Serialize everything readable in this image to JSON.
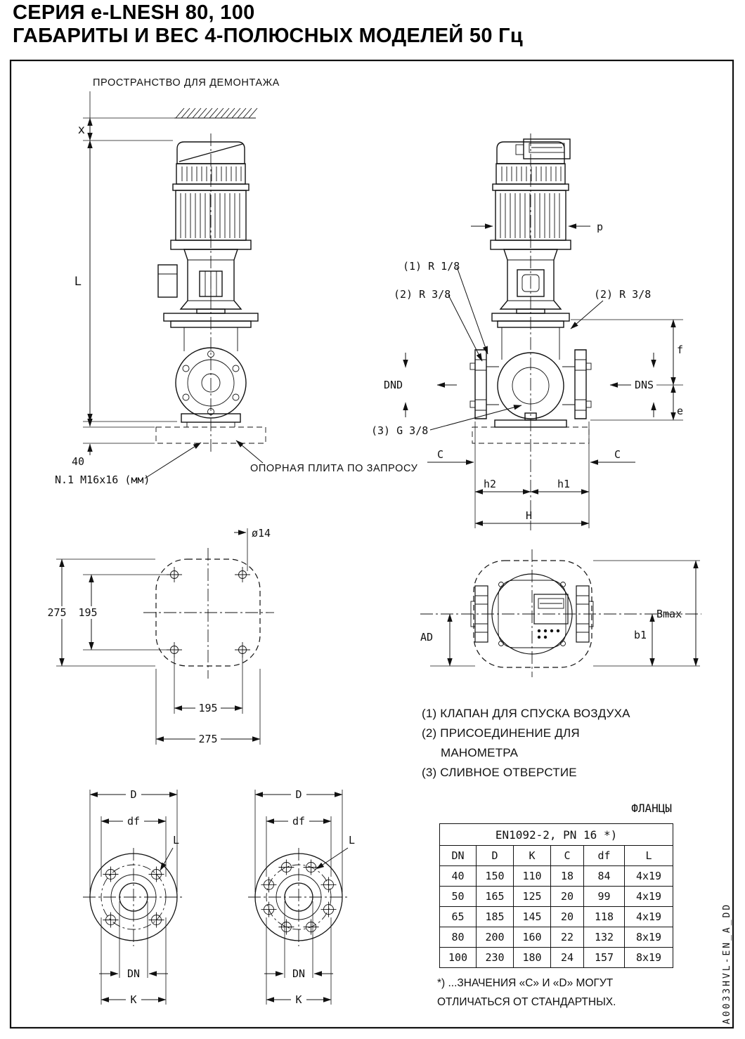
{
  "page": {
    "title_line1": "СЕРИЯ e-LNESH 80, 100",
    "title_line2": "ГАБАРИТЫ И ВЕС 4-ПОЛЮСНЫХ МОДЕЛЕЙ 50 Гц",
    "doc_code": "A0033HVL-EN_A_DD",
    "ink_color": "#111111",
    "paper_color": "#ffffff"
  },
  "front_view": {
    "dismantling_space_label": "ПРОСТРАНСТВО ДЛЯ ДЕМОНТАЖА",
    "dim_x": "x",
    "dim_L": "L",
    "dim_40": "40",
    "anchor_label": "N.1 M16x16 (мм)",
    "support_plate_label": "ОПОРНАЯ ПЛИТА ПО ЗАПРОСУ"
  },
  "side_view": {
    "dim_p": "p",
    "note1_ref": "(1) R 1/8",
    "note2_ref_left": "(2) R 3/8",
    "note2_ref_right": "(2) R 3/8",
    "dnd": "DND",
    "dns": "DNS",
    "dim_f": "f",
    "dim_e": "e",
    "note3_ref": "(3) G 3/8",
    "dim_c_left": "C",
    "dim_c_right": "C",
    "dim_h2": "h2",
    "dim_h1": "h1",
    "dim_H": "H"
  },
  "baseplate_view": {
    "dim_hole": "ø14",
    "dim_275_v": "275",
    "dim_195_v": "195",
    "dim_195_h": "195",
    "dim_275_h": "275"
  },
  "top_view": {
    "dim_ad": "AD",
    "dim_b1": "b1",
    "dim_bmax": "Bmax"
  },
  "notes": {
    "line1": "(1) КЛАПАН ДЛЯ СПУСКА ВОЗДУХА",
    "line2": "(2) ПРИСОЕДИНЕНИЕ ДЛЯ",
    "line3": "МАНОМЕТРА",
    "line4": "(3) СЛИВНОЕ ОТВЕРСТИЕ"
  },
  "flange_views": {
    "flange4": {
      "dim_D": "D",
      "dim_df": "df",
      "dim_L": "L",
      "dim_DN": "DN",
      "dim_K": "K"
    },
    "flange8": {
      "dim_D": "D",
      "dim_df": "df",
      "dim_L": "L",
      "dim_DN": "DN",
      "dim_K": "K"
    }
  },
  "flange_table": {
    "caption": "ФЛАНЦЫ",
    "standard": "EN1092-2, PN 16 *)",
    "columns": [
      "DN",
      "D",
      "K",
      "C",
      "df",
      "L"
    ],
    "rows": [
      [
        "40",
        "150",
        "110",
        "18",
        "84",
        "4x19"
      ],
      [
        "50",
        "165",
        "125",
        "20",
        "99",
        "4x19"
      ],
      [
        "65",
        "185",
        "145",
        "20",
        "118",
        "4x19"
      ],
      [
        "80",
        "200",
        "160",
        "22",
        "132",
        "8x19"
      ],
      [
        "100",
        "230",
        "180",
        "24",
        "157",
        "8x19"
      ]
    ],
    "footnote_line1": "*) ...ЗНАЧЕНИЯ «C» И «D» МОГУТ",
    "footnote_line2": "ОТЛИЧАТЬСЯ ОТ СТАНДАРТНЫХ."
  }
}
